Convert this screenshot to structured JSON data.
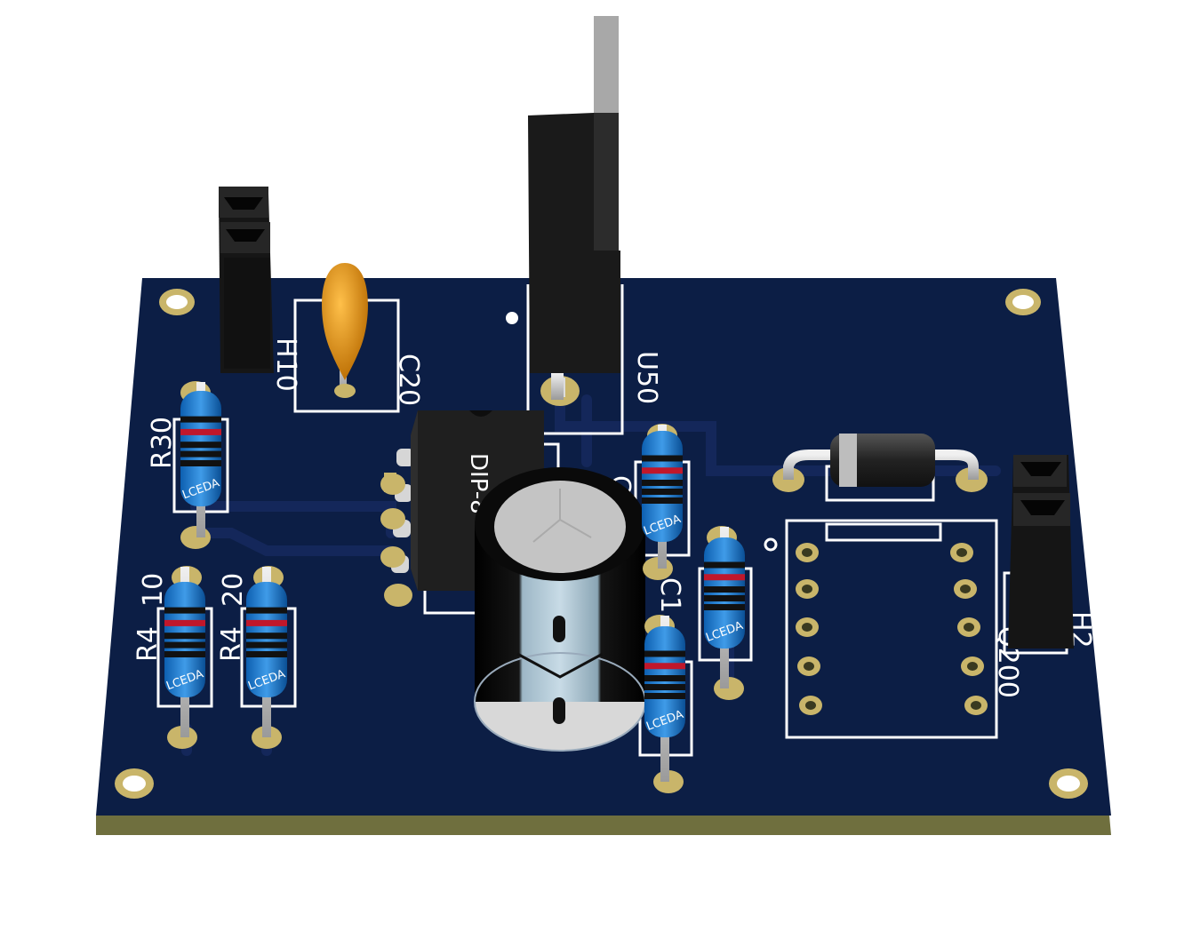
{
  "board": {
    "colors": {
      "solder_mask": "#0c1e45",
      "substrate_edge": "#6f6f3e",
      "silkscreen": "#ffffff",
      "pad": "#c9b56a",
      "trace": "#14275a"
    }
  },
  "silkscreen": {
    "h1": "H10",
    "c2": "C20",
    "u5": "U50",
    "r3": "R30",
    "r4a": "R4",
    "r4a_suffix": "10",
    "r4b": "R4",
    "r4b_suffix": "20",
    "ic": "DIP-8",
    "c1": "C1",
    "r_mid": "C",
    "h2": "H2",
    "q": "Q200"
  },
  "resistors": {
    "brand": "LCEDA"
  },
  "components": [
    {
      "name": "jumper-h1",
      "icon": "pin-header-icon"
    },
    {
      "name": "tantalum-capacitor-c2",
      "icon": "tantalum-capacitor-icon",
      "color": "#e08e10"
    },
    {
      "name": "voltage-regulator-u5",
      "icon": "to220-icon"
    },
    {
      "name": "ic-dip8",
      "icon": "dip8-icon"
    },
    {
      "name": "electrolytic-capacitor",
      "icon": "electrolytic-capacitor-icon",
      "color": "#9db7c6"
    },
    {
      "name": "diode",
      "icon": "diode-icon"
    },
    {
      "name": "socket-dip10",
      "icon": "ic-socket-icon"
    },
    {
      "name": "jumper-h2",
      "icon": "pin-header-icon"
    }
  ]
}
